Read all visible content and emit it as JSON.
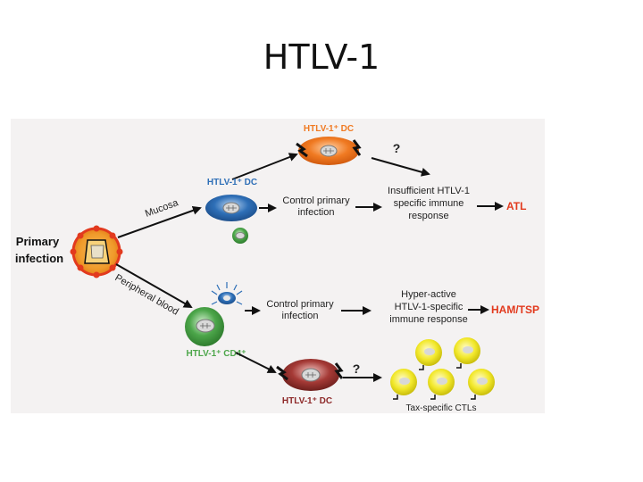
{
  "slide": {
    "title": "HTLV-1"
  },
  "diagram": {
    "colors": {
      "accent_red": "#e23a1e",
      "orange_dc": "#f07a22",
      "blue_dc": "#2e6fb7",
      "green_cd4": "#4ca64a",
      "dark_red_dc": "#8e2a2a",
      "yellow_ctl": "#f2e82a"
    },
    "source": {
      "line1": "Primary",
      "line2": "infection"
    },
    "routes": {
      "mucosa": "Mucosa",
      "peripheral": "Peripheral blood"
    },
    "cells": {
      "dc_orange": "HTLV-1⁺ DC",
      "dc_blue": "HTLV-1⁺ DC",
      "cd4": "HTLV-1⁺ CD4⁺",
      "dc_red": "HTLV-1⁺ DC",
      "ctls": "Tax-specific CTLs"
    },
    "nodes": {
      "control_mucosa": {
        "line1": "Control primary",
        "line2": "infection"
      },
      "control_blood": {
        "line1": "Control primary",
        "line2": "infection"
      },
      "insufficient": {
        "line1": "Insufficient HTLV-1",
        "line2": "specific immune",
        "line3": "response"
      },
      "hyperactive": {
        "line1": "Hyper-active",
        "line2": "HTLV-1-specific",
        "line3": "immune response"
      }
    },
    "question_marks": {
      "upper": "?",
      "lower": "?"
    },
    "outcomes": {
      "atl": "ATL",
      "ham": "HAM/TSP"
    }
  }
}
